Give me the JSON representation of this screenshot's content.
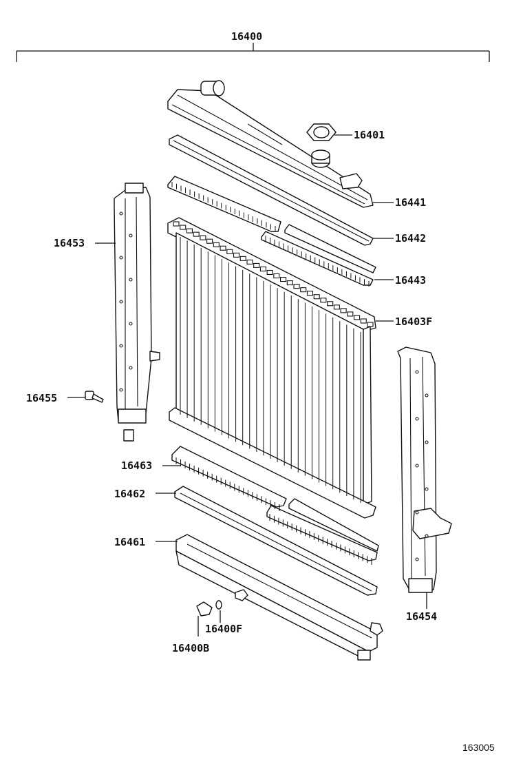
{
  "assembly_number": "16400",
  "figure_number": "163005",
  "parts": {
    "cap": "16401",
    "upper_tank": "16441",
    "upper_gasket": "16442",
    "upper_plate": "16443",
    "core": "16403F",
    "left_support": "16453",
    "bolt": "16455",
    "lower_plate": "16463",
    "lower_gasket": "16462",
    "lower_tank": "16461",
    "drain_gasket": "16400F",
    "drain_cock": "16400B",
    "right_support": "16454"
  }
}
